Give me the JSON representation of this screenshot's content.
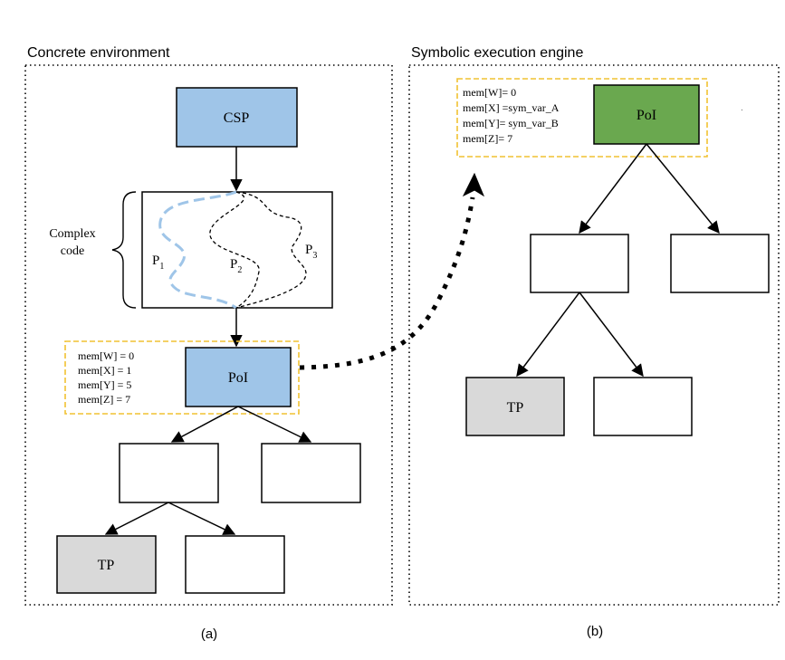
{
  "panels": {
    "left": {
      "title": "Concrete environment",
      "caption": "(a)"
    },
    "right": {
      "title": "Symbolic execution engine",
      "caption": "(b)"
    }
  },
  "concrete": {
    "csp_label": "CSP",
    "complex_code_line1": "Complex",
    "complex_code_line2": "code",
    "path1": {
      "base": "P",
      "sub": "1"
    },
    "path2": {
      "base": "P",
      "sub": "2"
    },
    "path3": {
      "base": "P",
      "sub": "3"
    },
    "poi_label": "PoI",
    "memory": [
      "mem[W] = 0",
      "mem[X] = 1",
      "mem[Y] = 5",
      "mem[Z] = 7"
    ],
    "tp_label": "TP"
  },
  "symbolic": {
    "poi_label": "PoI",
    "memory": [
      "mem[W]= 0",
      "mem[X] =sym_var_A",
      "mem[Y]= sym_var_B",
      "mem[Z]= 7"
    ],
    "tp_label": "TP"
  },
  "colors": {
    "blue_box": "#9fc5e8",
    "green_box": "#6aa84f",
    "gray_box": "#d9d9d9",
    "highlight_border": "#f1c232",
    "path_blue": "#9fc5e8"
  }
}
